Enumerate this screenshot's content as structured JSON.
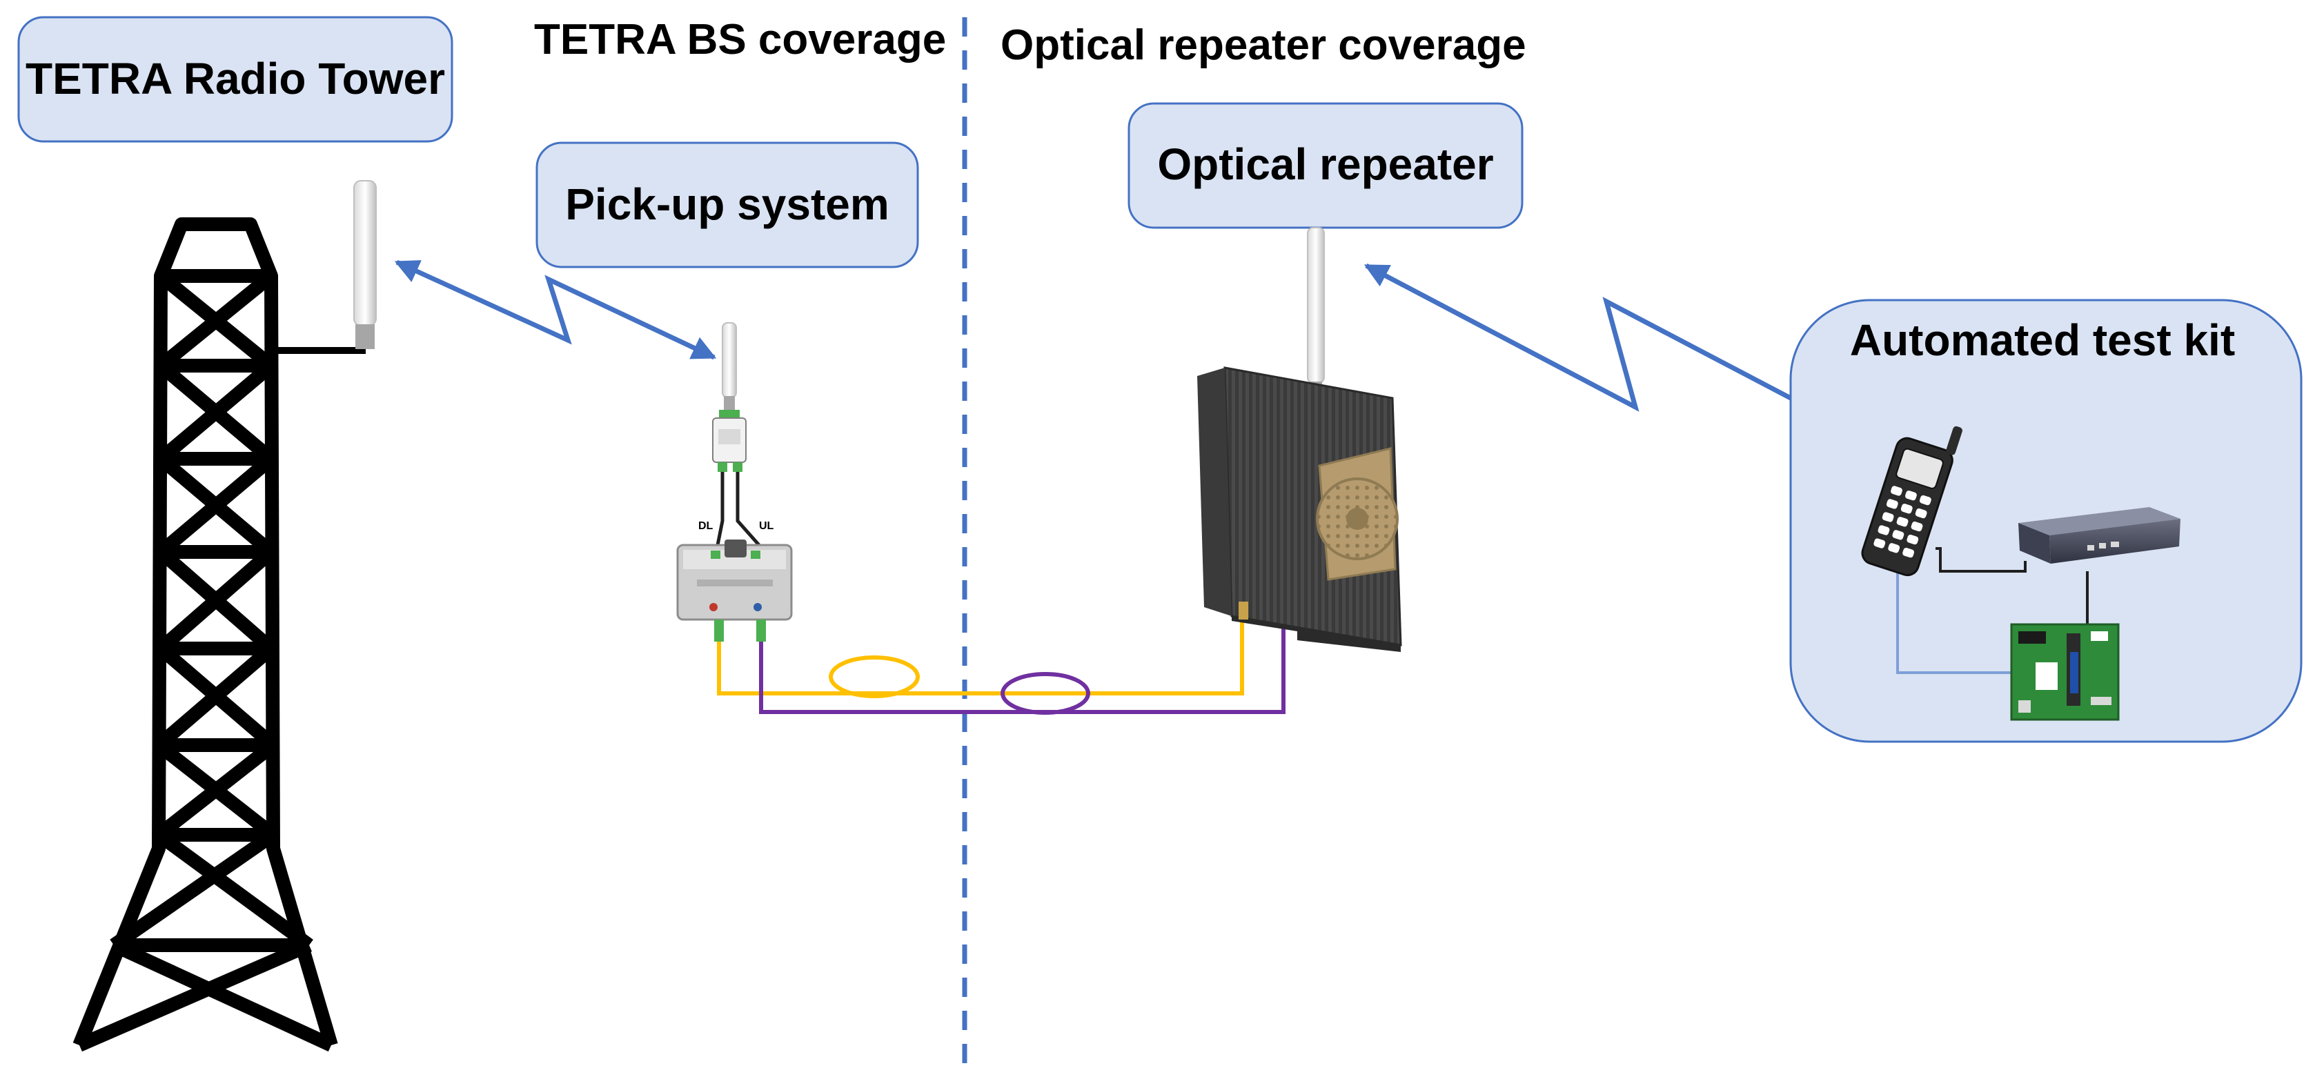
{
  "regions": {
    "left_label": "TETRA BS coverage",
    "right_label": "Optical repeater coverage"
  },
  "boxes": {
    "tower": "TETRA Radio Tower",
    "pickup": "Pick-up system",
    "repeater": "Optical repeater",
    "testkit": "Automated test kit"
  },
  "ports": {
    "dl": "DL",
    "ul": "UL"
  },
  "colors": {
    "box_fill": "#DAE3F3",
    "box_stroke": "#4472C4",
    "divider": "#4472C4",
    "rf_link": "#4472C4",
    "fiber_dl": "#FFC000",
    "fiber_ul": "#7030A0"
  },
  "icons": [
    "tower-icon",
    "antenna-icon",
    "transceiver-icon",
    "repeater-icon",
    "fan-icon",
    "radio-handset-icon",
    "power-bank-icon",
    "circuit-board-icon"
  ]
}
